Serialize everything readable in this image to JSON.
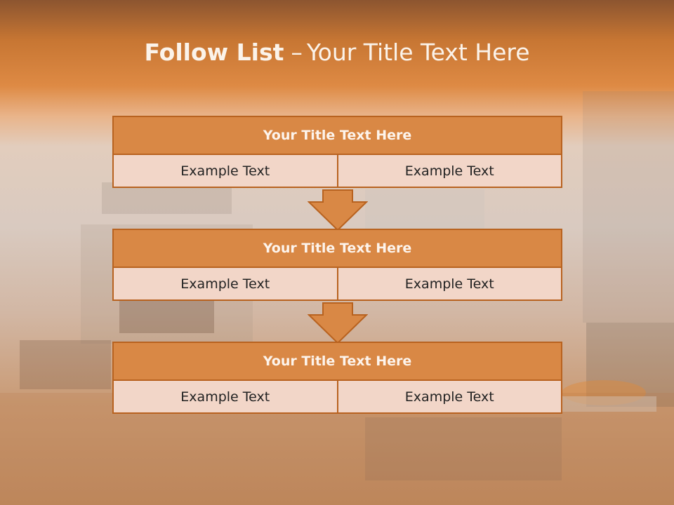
{
  "title": {
    "main": "Follow List",
    "separator": "–",
    "sub": "Your Title Text Here"
  },
  "blocks": [
    {
      "title": "Your Title Text Here",
      "cells": [
        "Example Text",
        "Example Text"
      ]
    },
    {
      "title": "Your Title Text Here",
      "cells": [
        "Example Text",
        "Example Text"
      ]
    },
    {
      "title": "Your Title Text Here",
      "cells": [
        "Example Text",
        "Example Text"
      ]
    }
  ],
  "colors": {
    "accent": "#d98845",
    "border": "#b8621f",
    "cell_fill": "#f2d6c8",
    "title_text": "#fbf3ea"
  }
}
